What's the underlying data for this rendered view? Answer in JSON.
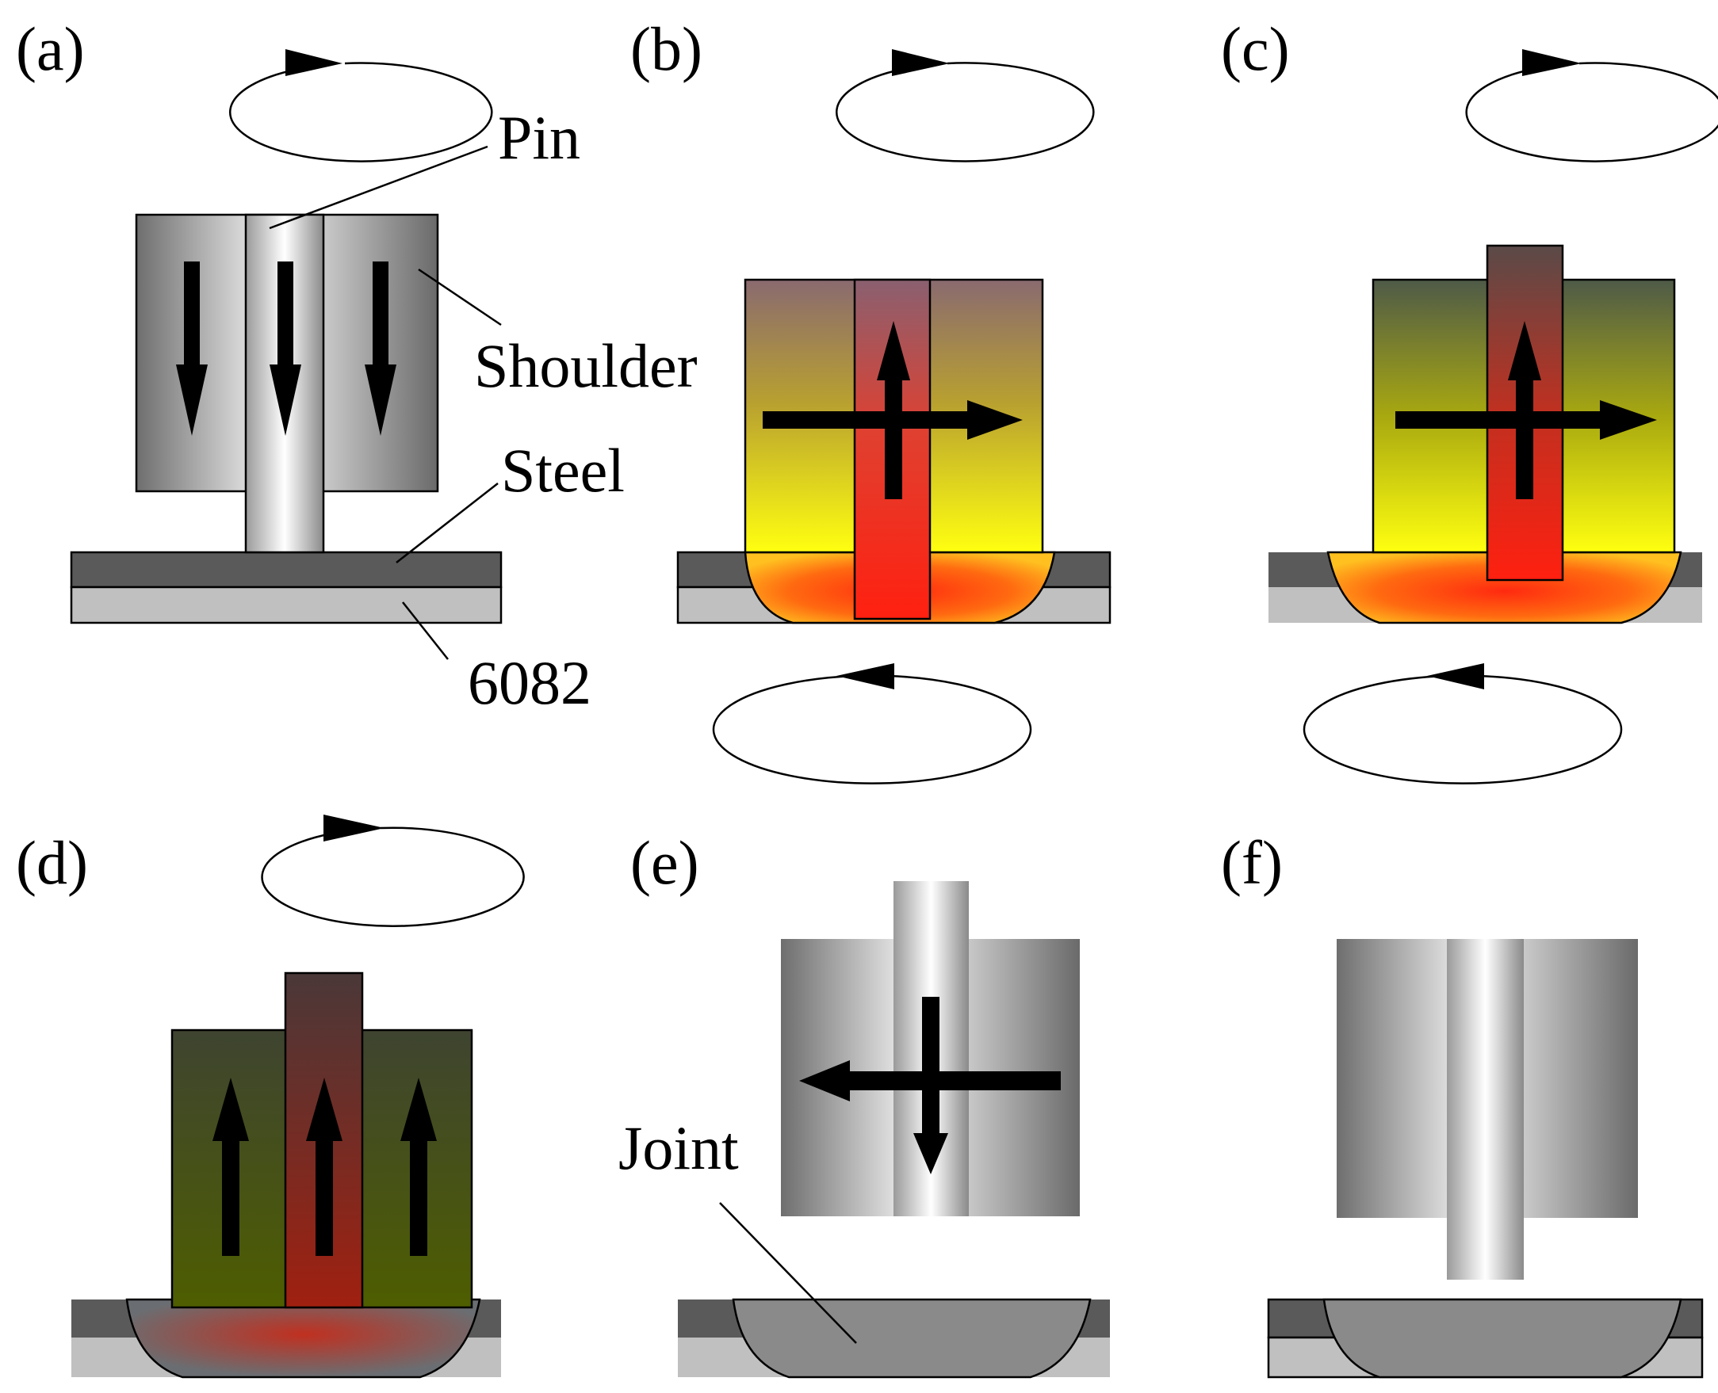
{
  "figure": {
    "panels": [
      {
        "id": "a",
        "label": "(a)"
      },
      {
        "id": "b",
        "label": "(b)"
      },
      {
        "id": "c",
        "label": "(c)"
      },
      {
        "id": "d",
        "label": "(d)"
      },
      {
        "id": "e",
        "label": "(e)"
      },
      {
        "id": "f",
        "label": "(f)"
      }
    ],
    "callouts": {
      "pin": "Pin",
      "shoulder": "Shoulder",
      "steel": "Steel",
      "aluminium": "6082",
      "joint": "Joint"
    },
    "colors": {
      "steel_plate": "#5a5a5a",
      "aluminium_plate": "#c0c0c0",
      "joint": "#8a8a8a",
      "hot_red": "#ff2a10",
      "hot_yellow": "#ffff00",
      "cooled_olive": "#4c5a00",
      "arrow": "#000000"
    }
  }
}
